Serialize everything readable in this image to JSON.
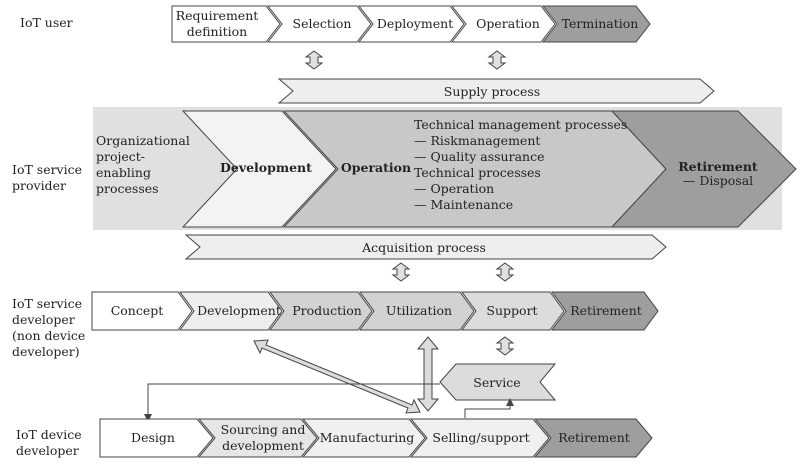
{
  "row_labels": {
    "iot_user": "IoT user",
    "provider": [
      "IoT service",
      "provider"
    ],
    "developer": [
      "IoT service",
      "developer",
      "(non device",
      "developer)"
    ],
    "device": [
      "IoT device",
      "developer"
    ]
  },
  "user_stages": {
    "requirement": [
      "Requirement",
      "definition"
    ],
    "selection": "Selection",
    "deployment": "Deployment",
    "operation": "Operation",
    "termination": "Termination"
  },
  "supply_process": "Supply process",
  "provider_block": {
    "organizational": [
      "Organizational",
      "project-",
      "enabling",
      "processes"
    ],
    "development": "Development",
    "operation": "Operation",
    "details": [
      "Technical management processes",
      "— Riskmanagement",
      "— Quality assurance",
      "Technical processes",
      "— Operation",
      "— Maintenance"
    ],
    "retirement": "Retirement",
    "disposal": "— Disposal"
  },
  "acquisition_process": "Acquisition process",
  "developer_stages": {
    "concept": "Concept",
    "development": "Development",
    "production": "Production",
    "utilization": "Utilization",
    "support": "Support",
    "retirement": "Retirement"
  },
  "service": "Service",
  "device_stages": {
    "design": "Design",
    "sourcing": [
      "Sourcing and",
      "development"
    ],
    "manufacturing": "Manufacturing",
    "selling": "Selling/support",
    "retirement": "Retirement"
  },
  "colors": {
    "white": "#ffffff",
    "light": "#eeeeee",
    "mid": "#dcdcdc",
    "dark": "#bdbdbd",
    "darker": "#9e9e9e",
    "band": "#e0e0e0",
    "stroke": "#444444"
  }
}
